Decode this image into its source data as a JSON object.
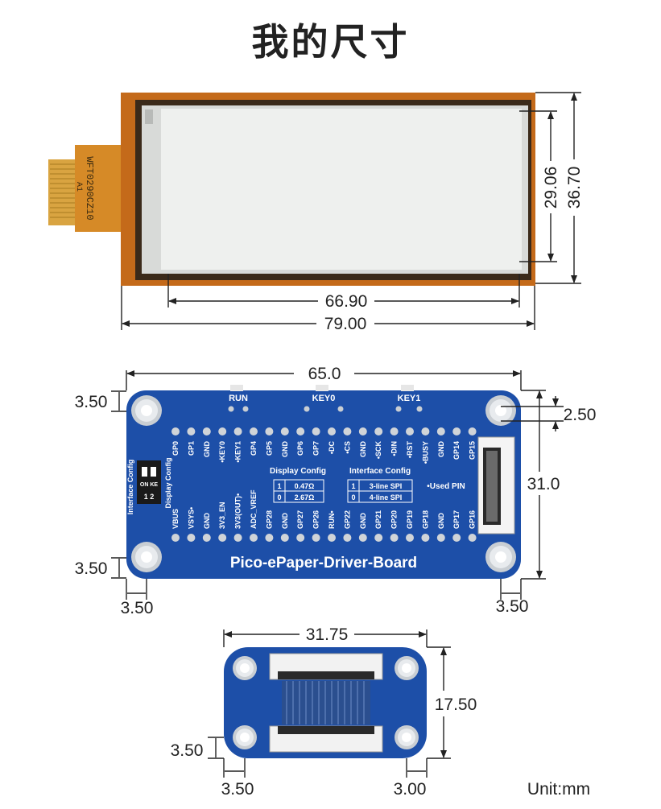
{
  "title": "我的尺寸",
  "epaper": {
    "fpc_label": "WFT0290CZ10",
    "fpc_label_2": "A1",
    "dims": {
      "active_width": "66.90",
      "total_width": "79.00",
      "active_height": "29.06",
      "total_height": "36.70"
    }
  },
  "driver_board": {
    "name": "Pico-ePaper-Driver-Board",
    "buttons": [
      "RUN",
      "KEY0",
      "KEY1"
    ],
    "top_pins": [
      "GP0",
      "GP1",
      "GND",
      "•KEY0",
      "•KEY1",
      "GP4",
      "GP5",
      "GND",
      "GP6",
      "GP7",
      "•DC",
      "•CS",
      "GND",
      "•SCK",
      "•DIN",
      "•RST",
      "•BUSY",
      "GND",
      "GP14",
      "GP15"
    ],
    "bottom_pins": [
      "VBUS",
      "VSYS•",
      "GND",
      "3V3_EN",
      "3V3(OUT)•",
      "ADC_VREF",
      "GP28",
      "GND",
      "GP27",
      "GP26",
      "RUN•",
      "GP22",
      "GND",
      "GP21",
      "GP20",
      "GP19",
      "GP18",
      "GND",
      "GP17",
      "GP16"
    ],
    "display_config": {
      "title": "Display Config",
      "rows": [
        {
          "k": "1",
          "v": "0.47Ω"
        },
        {
          "k": "0",
          "v": "2.67Ω"
        }
      ]
    },
    "interface_config": {
      "title": "Interface Config",
      "rows": [
        {
          "k": "1",
          "v": "3-line SPI"
        },
        {
          "k": "0",
          "v": "4-line SPI"
        }
      ]
    },
    "used_pin": "•Used PIN",
    "switch_label_1": "Interface Config",
    "switch_label_2": "Display Config",
    "switch_on": "ON KE",
    "switch_nums": "1  2",
    "dims": {
      "width": "65.0",
      "height": "31.0",
      "hole_top": "3.50",
      "hole_bottom": "3.50",
      "hole_left": "3.50",
      "hole_right": "3.50",
      "right_top": "2.50"
    }
  },
  "adapter": {
    "dims": {
      "width": "31.75",
      "height": "17.50",
      "hole_side": "3.50",
      "hole_left": "3.50",
      "hole_right": "3.00"
    }
  },
  "unit": "Unit:mm",
  "colors": {
    "pcb": "#1d4fa8",
    "fpc": "#d4781c",
    "screen": "#eef0ee",
    "gold": "#d9a441"
  }
}
